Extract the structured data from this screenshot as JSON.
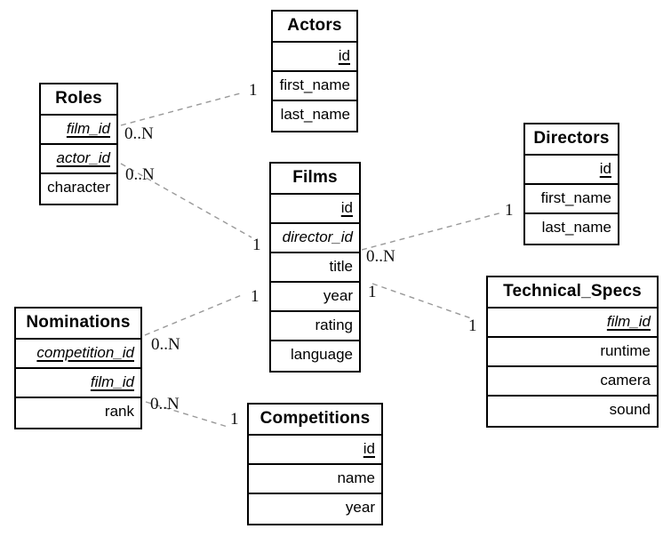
{
  "diagram": {
    "tables": [
      {
        "name": "Actors",
        "columns": [
          {
            "text": "id",
            "key": "pk"
          },
          {
            "text": "first_name",
            "key": ""
          },
          {
            "text": "last_name",
            "key": ""
          }
        ]
      },
      {
        "name": "Roles",
        "columns": [
          {
            "text": "film_id",
            "key": "pk fk"
          },
          {
            "text": "actor_id",
            "key": "pk fk"
          },
          {
            "text": "character",
            "key": ""
          }
        ]
      },
      {
        "name": "Films",
        "columns": [
          {
            "text": "id",
            "key": "pk"
          },
          {
            "text": "director_id",
            "key": "fk"
          },
          {
            "text": "title",
            "key": ""
          },
          {
            "text": "year",
            "key": ""
          },
          {
            "text": "rating",
            "key": ""
          },
          {
            "text": "language",
            "key": ""
          }
        ]
      },
      {
        "name": "Directors",
        "columns": [
          {
            "text": "id",
            "key": "pk"
          },
          {
            "text": "first_name",
            "key": ""
          },
          {
            "text": "last_name",
            "key": ""
          }
        ]
      },
      {
        "name": "Nominations",
        "columns": [
          {
            "text": "competition_id",
            "key": "pk fk"
          },
          {
            "text": "film_id",
            "key": "pk fk"
          },
          {
            "text": "rank",
            "key": ""
          }
        ]
      },
      {
        "name": "Technical_Specs",
        "columns": [
          {
            "text": "film_id",
            "key": "pk fk"
          },
          {
            "text": "runtime",
            "key": ""
          },
          {
            "text": "camera",
            "key": ""
          },
          {
            "text": "sound",
            "key": ""
          }
        ]
      },
      {
        "name": "Competitions",
        "columns": [
          {
            "text": "id",
            "key": "pk"
          },
          {
            "text": "name",
            "key": ""
          },
          {
            "text": "year",
            "key": ""
          }
        ]
      }
    ],
    "connectors": [
      {
        "from_table": "Roles",
        "from_card": "0..N",
        "to_table": "Actors",
        "to_card": "1"
      },
      {
        "from_table": "Roles",
        "from_card": "0..N",
        "to_table": "Films",
        "to_card": "1"
      },
      {
        "from_table": "Films",
        "from_card": "0..N",
        "to_table": "Directors",
        "to_card": "1"
      },
      {
        "from_table": "Films",
        "from_card": "1",
        "to_table": "Technical_Specs",
        "to_card": "1"
      },
      {
        "from_table": "Nominations",
        "from_card": "0..N",
        "to_table": "Films",
        "to_card": "1"
      },
      {
        "from_table": "Nominations",
        "from_card": "0..N",
        "to_table": "Competitions",
        "to_card": "1"
      }
    ],
    "colors": {
      "background": "#ffffff",
      "table_border": "#000000",
      "text": "#000000",
      "relationship_line": "#999999"
    }
  }
}
